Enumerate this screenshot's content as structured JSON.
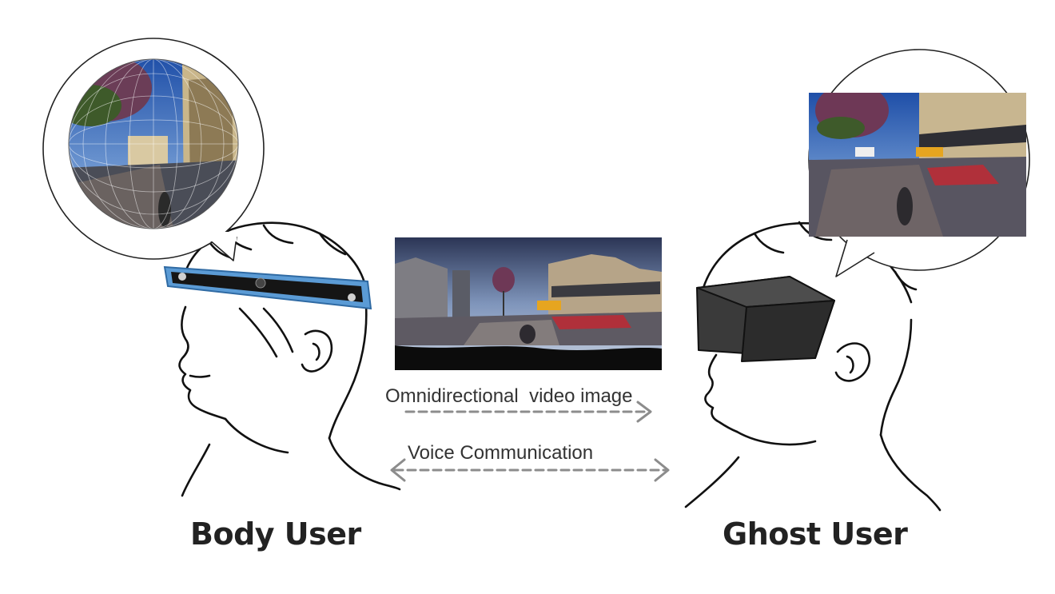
{
  "labels": {
    "body_user": "Body User",
    "ghost_user": "Ghost User",
    "video_flow": "Omnidirectional  video image",
    "voice_flow": "Voice Communication"
  },
  "colors": {
    "headband": "#5b9bd5",
    "headset": "#3a3a3a",
    "arrow": "#8c8c8c",
    "line": "#111111"
  },
  "icons": {
    "video_arrow": "arrow-right-icon",
    "voice_arrow": "double-arrow-icon"
  }
}
